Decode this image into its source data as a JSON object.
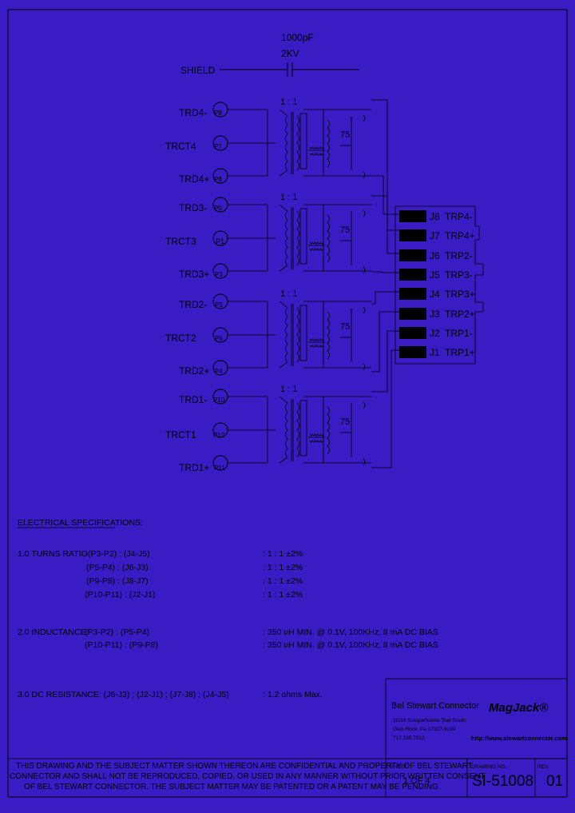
{
  "schematic": {
    "capacitor": {
      "value": "1000pF",
      "voltage": "2KV"
    },
    "shield_label": "SHIELD",
    "turns_ratio": "1 : 1",
    "resistor_value": "75",
    "channels": [
      {
        "plus": "TRD4-",
        "ct": "TRCT4",
        "minus": "TRD4+",
        "pins": [
          "P9",
          "P7",
          "P8"
        ]
      },
      {
        "plus": "TRD3-",
        "ct": "TRCT3",
        "minus": "TRD3+",
        "pins": [
          "P0",
          "P1",
          "P3"
        ]
      },
      {
        "plus": "TRD2-",
        "ct": "TRCT2",
        "minus": "TRD2+",
        "pins": [
          "P5",
          "P6",
          "P4"
        ]
      },
      {
        "plus": "TRD1-",
        "ct": "TRCT1",
        "minus": "TRD1+",
        "pins": [
          "P10",
          "P12",
          "P11"
        ]
      }
    ],
    "jack_pins": [
      {
        "pin": "J8",
        "label": "TRP4-"
      },
      {
        "pin": "J7",
        "label": "TRP4+"
      },
      {
        "pin": "J6",
        "label": "TRP2-"
      },
      {
        "pin": "J5",
        "label": "TRP3-"
      },
      {
        "pin": "J4",
        "label": "TRP3+"
      },
      {
        "pin": "J3",
        "label": "TRP2+"
      },
      {
        "pin": "J2",
        "label": "TRP1-"
      },
      {
        "pin": "J1",
        "label": "TRP1+"
      }
    ]
  },
  "specs": {
    "heading": "ELECTRICAL SPECIFICATIONS:",
    "turns": {
      "label": "1.0  TURNS RATIO:",
      "rows": [
        {
          "pair": "(P3-P2) : (J4-J5)",
          "value": ":  1 : 1 ±2%"
        },
        {
          "pair": "(P5-P4) : (J6-J3)",
          "value": ":  1 : 1 ±2%"
        },
        {
          "pair": "(P9-P8) : (J8-J7)",
          "value": ":  1 : 1 ±2%"
        },
        {
          "pair": "(P10-P11) : (J2-J1)",
          "value": ":  1 : 1 ±2%"
        }
      ]
    },
    "inductance": {
      "label": "2.0  INDUCTANCE:",
      "rows": [
        {
          "pair": "(P3-P2) : (P5-P4)",
          "value": ":  350 uH MIN. @ 0.1V, 100KHz, 8 mA DC BIAS"
        },
        {
          "pair": "(P10-P11) : (P9-P8)",
          "value": ":  350 uH MIN. @ 0.1V, 100KHz, 8 mA DC BIAS"
        }
      ]
    },
    "dc_resistance": {
      "label": "3.0  DC RESISTANCE: (J6-J3) ; (J2-J1) ; (J7-J8) ; (J4-J5)",
      "value": ":  1.2 ohms Max."
    }
  },
  "title_block": {
    "company": "Bel Stewart Connector",
    "address": [
      "11118 Susquehanna Trail South",
      "Glen Rock, Pa  17327-9199",
      "717.235.7512"
    ],
    "brand": "MagJack®",
    "website": "http://www.stewartconnector.com",
    "sheet_label": "SHEET",
    "sheet_value": "1 OF 4",
    "drawing_label": "DRAWING NO.",
    "drawing_value": "SI-51008",
    "rev_label": "REV.",
    "rev_value": "01"
  },
  "disclaimer": [
    "THIS DRAWING AND THE SUBJECT MATTER SHOWN THEREON ARE CONFIDENTIAL AND PROPERTY OF BEL STEWART",
    "CONNECTOR AND SHALL NOT BE REPRODUCED, COPIED, OR USED IN ANY MANNER WITHOUT PRIOR WRITTEN CONSENT",
    "OF BEL STEWART CONNECTOR.  THE SUBJECT MATTER MAY BE PATENTED OR A PATENT MAY BE PENDING."
  ],
  "colors": {
    "background": "#3a1cc4",
    "ink": "#000000"
  }
}
